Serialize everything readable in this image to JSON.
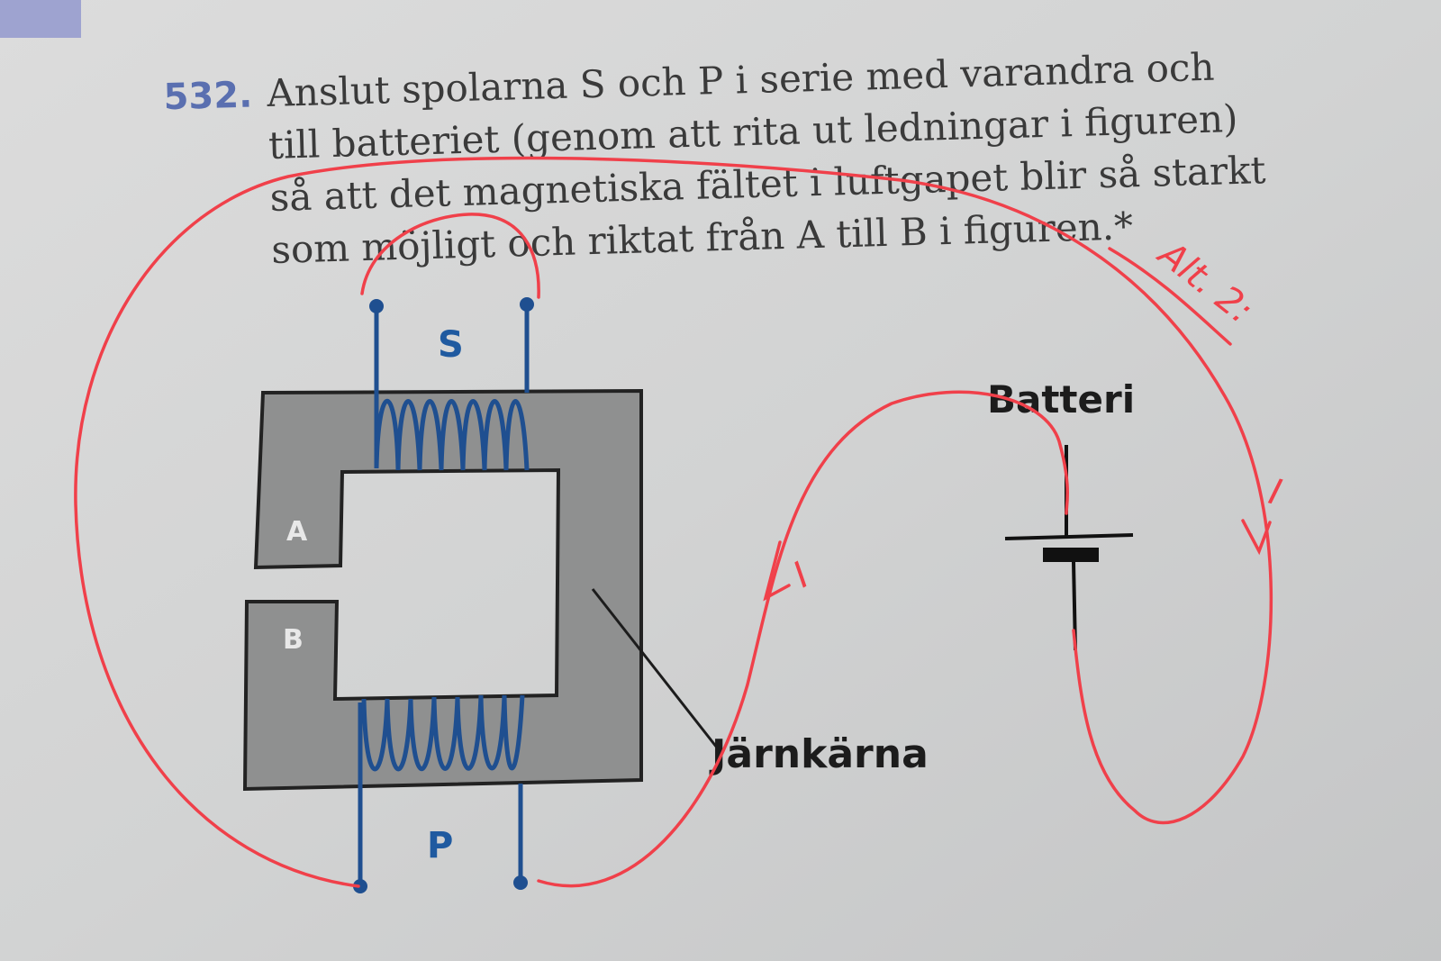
{
  "problem": {
    "number": "532.",
    "lines": [
      "Anslut spolarna S och P i serie med varandra och",
      "till batteriet (genom att rita ut ledningar i figuren)",
      "så att det magnetiska fältet i luftgapet blir så starkt",
      "som möjligt och riktat från A till B i figuren.*"
    ]
  },
  "figure": {
    "coil_top": "S",
    "coil_bottom": "P",
    "pole_a": "A",
    "pole_b": "B",
    "battery_label": "Batteri",
    "core_label": "Järnkärna"
  },
  "annotations": {
    "alt_label": "Alt. 2:",
    "current_left": "I",
    "current_right": "I",
    "ink_color": "#f0404a"
  }
}
